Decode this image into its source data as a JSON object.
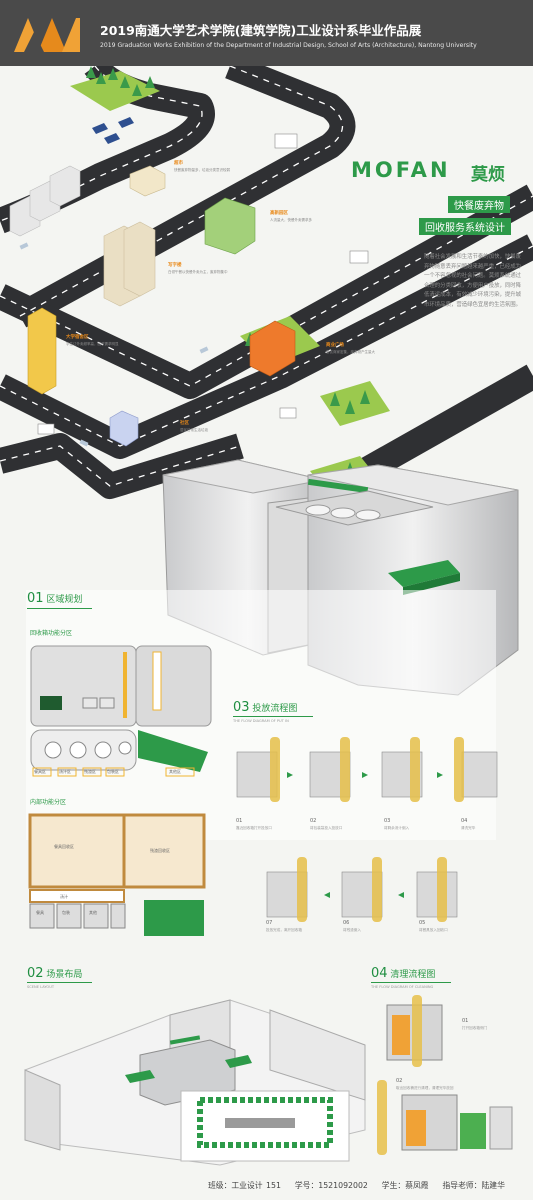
{
  "header": {
    "title_cn": "2019南通大学艺术学院(建筑学院)工业设计系毕业作品展",
    "title_en": "2019 Graduation Works Exhibition of the Department of Industrial Design, School of Arts (Architecture), Nantong University"
  },
  "brand": {
    "name_en": "MOFAN",
    "name_cn": "莫烦",
    "subtitle_1": "快餐废弃物",
    "subtitle_2": "回收服务系统设计",
    "description": "随着社会发展和生活节奏的加快，快餐废弃物随意丢弃问题越来越严重，已经成为一个不容忽视的社会问题。莫烦系统通过合理的分类回收，方便用户投放，同时降低清运成本，有效减少环境污染，提升城市环境品质，营造绿色宜居的生活氛围。"
  },
  "map_tags": [
    {
      "title": "超市",
      "text": "快餐废弃物量多，垃圾分类意识较弱"
    },
    {
      "title": "高新园区",
      "text": "人流量大，快餐外卖需求多"
    },
    {
      "title": "写字楼",
      "text": "白领午餐以快餐外卖为主，废弃物集中"
    },
    {
      "title": "商业广场",
      "text": "餐饮商家密集，废弃物产生量大"
    },
    {
      "title": "大学宿舍区",
      "text": "学生订外卖频率高，回收需求明显"
    },
    {
      "title": "社区",
      "text": "居民日常生活垃圾"
    }
  ],
  "sections": {
    "s01": {
      "num": "01",
      "title": "区域规划",
      "sub_a": "回收箱功能分区",
      "sub_b": "内部功能分区"
    },
    "s02": {
      "num": "02",
      "title": "场景布局",
      "en": "SCENE LAYOUT"
    },
    "s03": {
      "num": "03",
      "title": "投放流程图",
      "en": "THE FLOW DIAGRAM OF PUT IN"
    },
    "s04": {
      "num": "04",
      "title": "清理流程图",
      "en": "THE FLOW DIAGRAM OF CLEANING"
    }
  },
  "zone_labels": [
    "餐具区",
    "汤汁区",
    "残渣区",
    "包装区",
    "其他区"
  ],
  "inner_labels": [
    "餐具回收区",
    "残渣回收区",
    "汤汁",
    "餐具",
    "包装",
    "其他"
  ],
  "flow_put": [
    {
      "n": "01",
      "t": "靠近回收箱打开投放口"
    },
    {
      "n": "02",
      "t": "将包装袋投入投放口"
    },
    {
      "n": "03",
      "t": "将剩余汤汁倒入"
    },
    {
      "n": "04",
      "t": "清洗完毕"
    },
    {
      "n": "05",
      "t": "将餐具放入回收口"
    },
    {
      "n": "06",
      "t": "将残渣倒入"
    },
    {
      "n": "07",
      "t": "投放完成，离开回收箱"
    }
  ],
  "flow_clean": [
    {
      "n": "01",
      "t": "打开回收箱侧门"
    },
    {
      "n": "02",
      "t": "取出回收桶进行清理，清理完毕放回"
    }
  ],
  "footer": {
    "class": "班级：工业设计 151",
    "student_no": "学号：1521092002",
    "student": "学生：",
    "student_name": "蔡凤霞",
    "teacher": "指导老师：",
    "teacher_name": "陆建华"
  },
  "colors": {
    "accent_green": "#2d9a49",
    "accent_orange": "#e98a1a",
    "header_bg": "#4a4a4a",
    "road": "#2f3033"
  }
}
